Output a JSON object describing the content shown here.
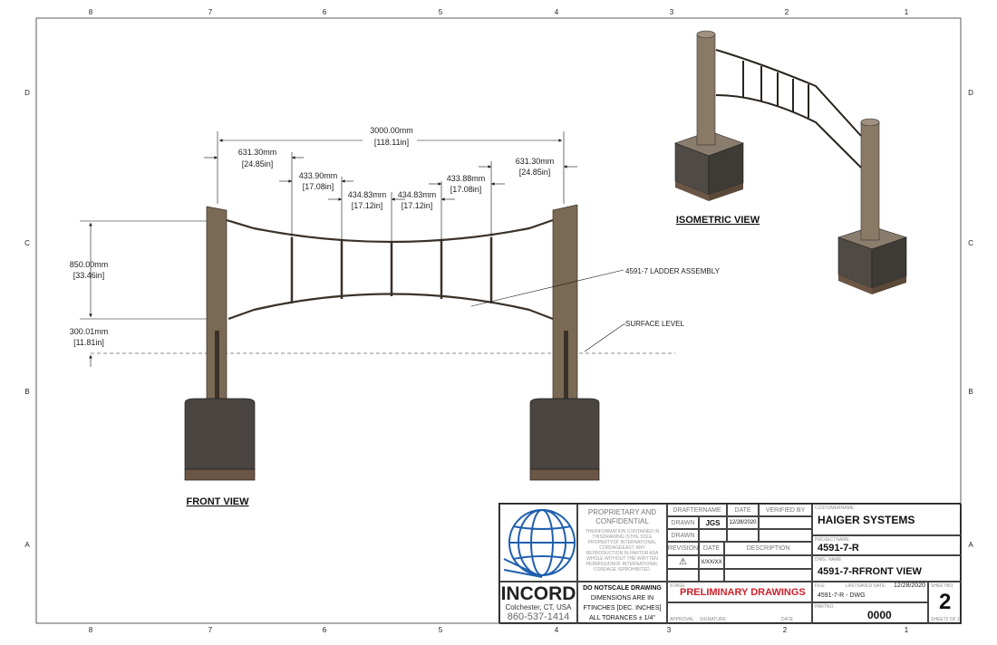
{
  "border": {
    "columns": [
      "8",
      "7",
      "6",
      "5",
      "4",
      "3",
      "2",
      "1"
    ],
    "rows": [
      "D",
      "C",
      "B",
      "A"
    ]
  },
  "front_view": {
    "title": "FRONT VIEW",
    "dimensions": {
      "overall": {
        "mm": "3000.00mm",
        "in": "[118.11in]"
      },
      "left_end": {
        "mm": "631.30mm",
        "in": "[24.85in]"
      },
      "right_end": {
        "mm": "631.30mm",
        "in": "[24.85in]"
      },
      "span_1": {
        "mm": "433.90mm",
        "in": "[17.08in]"
      },
      "span_2": {
        "mm": "434.83mm",
        "in": "[17.12in]"
      },
      "span_3": {
        "mm": "434.83mm",
        "in": "[17.12in]"
      },
      "span_4": {
        "mm": "433.88mm",
        "in": "[17.08in]"
      },
      "height": {
        "mm": "850.00mm",
        "in": "[33.46in]"
      },
      "clearance": {
        "mm": "300.01mm",
        "in": "[11.81in]"
      }
    },
    "callouts": {
      "ladder": "4591-7  LADDER ASSEMBLY",
      "surface": "SURFACE LEVEL"
    }
  },
  "isometric_view": {
    "title": "ISOMETRIC VIEW"
  },
  "colors": {
    "post": "#7a6a55",
    "base": "#4a4540",
    "base_band": "#6b5545",
    "logo_blue": "#1f5fae",
    "stage_red": "#d0202a"
  },
  "title_block": {
    "company": {
      "name": "INCORD",
      "location": "Colchester,  CT, USA",
      "phone": "860-537-1414"
    },
    "proprietary": {
      "heading": "PROPRIETARY AND CONFIDENTIAL",
      "text": "THEINFORMATION CONTAINED IN THISDRAWING  ISTHE SOLE PROPERTYOF INTERNATIONAL CORDAGEEAST.  ANY REPRODUCTION IN PARTOR  ASA WHOLE  WITHOUT THE WRITTEN PERMISSIONOF INTERNATIONAL CORDAGE  ISPROHIBITED."
    },
    "notes": [
      "DO NOTSCALE DRAWING",
      "DIMENSIONS ARE IN",
      "FTINCHES [DEC.  INCHES]",
      "ALL TORANCES ± 1/4\""
    ],
    "drafter": {
      "h_name": "DRAFTERNAME",
      "h_date": "DATE",
      "h_verified": "VERIFIED BY",
      "row1_label": "DRAWN",
      "row1_name": "JGS",
      "row1_date": "12/28/2020",
      "row2_label": "DRAWN"
    },
    "revision": {
      "h_rev": "REVISION",
      "h_date": "DATE",
      "h_desc": "DESCRIPTION",
      "rev_date": "X/XX/XX"
    },
    "stage": {
      "label": "STAGE",
      "value": "PRELIMINARY DRAWINGS"
    },
    "approval": {
      "approval": "APPROVAL",
      "signature": "SIGNATURE",
      "date": "DATE"
    },
    "customer": {
      "label": "CUSTOMERNAME:",
      "value": "HAIGER  SYSTEMS"
    },
    "project": {
      "label": "PROJECTNAME:",
      "value": "4591-7-R"
    },
    "dwg": {
      "label": "DWG.  NAME",
      "value": "4591-7-RFRONT VIEW"
    },
    "file": {
      "label": "FILE:",
      "value": "4591-7-R - DWG",
      "saved_label": "LASTSAVED  DATE:",
      "saved_value": "12/28/2020"
    },
    "part": {
      "label": "PARTNO.",
      "value": "0000"
    },
    "sheet": {
      "label": "SHEETNO.",
      "value": "2",
      "of": "SHEET2 OF 2"
    }
  }
}
